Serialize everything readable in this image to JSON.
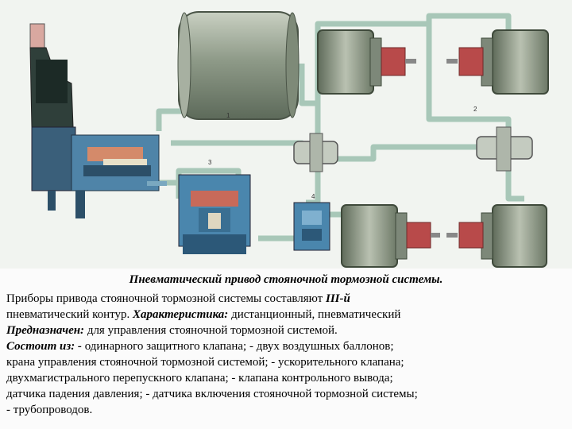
{
  "caption": {
    "title": "Пневматический привод стояночной тормозной системы.",
    "lines": [
      {
        "a": "Приборы привода стояночной тормозной системы составляют ",
        "b": "III-й",
        "c": ""
      },
      {
        "a": "пневматический контур. ",
        "b": "Характеристика:",
        "c": "  дистанционный, пневматический"
      },
      {
        "a": "",
        "b": "Предназначен:",
        "c": "  для управления стояночной тормозной системой."
      },
      {
        "a": "",
        "b": "Состоит из: -",
        "c": " одинарного защитного клапана; - двух воздушных баллонов;"
      },
      {
        "a": "крана управления стояночной тормозной системой; - ускорительного клапана;",
        "b": "",
        "c": ""
      },
      {
        "a": "двухмагистрального перепускного клапана; - клапана контрольного вывода;",
        "b": "",
        "c": ""
      },
      {
        "a": "датчика падения давления; - датчика включения стояночной тормозной системы;",
        "b": "",
        "c": ""
      },
      {
        "a": "- трубопроводов.",
        "b": "",
        "c": ""
      }
    ]
  },
  "labels": {
    "l1": "1",
    "l2": "2",
    "l3": "3",
    "l4": "4"
  },
  "colors": {
    "pipe": "#a8c7b8",
    "tank": "#8f9a8c",
    "spring": "#b84a4a",
    "valve_blue": "#3d7fa6",
    "valve_red": "#c86a5a"
  }
}
